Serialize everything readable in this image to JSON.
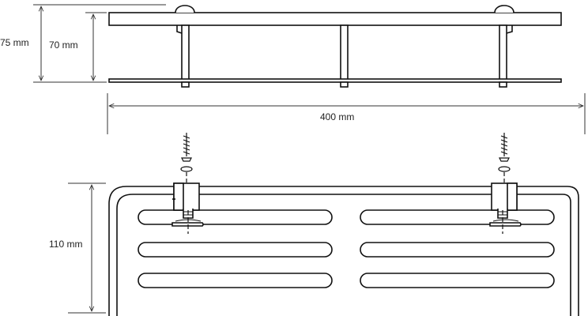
{
  "dimensions": {
    "overall_height": "75 mm",
    "shelf_height": "70 mm",
    "width": "400 mm",
    "depth": "110 mm"
  },
  "colors": {
    "line": "#111111",
    "dim_line": "#333333",
    "watermark": "#e6e6e6"
  }
}
